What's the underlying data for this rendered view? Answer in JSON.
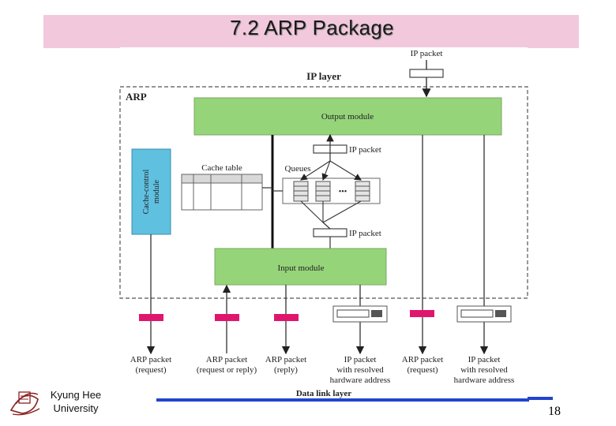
{
  "slide": {
    "title": "7.2 ARP Package",
    "page_number": "18",
    "institution_line1": "Kyung Hee",
    "institution_line2": "University"
  },
  "diagram": {
    "top_ip_packet": "IP packet",
    "ip_layer": "IP layer",
    "arp": "ARP",
    "output_module": "Output module",
    "ip_packet_upper": "IP packet",
    "cache_table": "Cache table",
    "queues": "Queues",
    "ellipsis": "•••",
    "cache_control_line1": "Cache-control",
    "cache_control_line2": "module",
    "ip_packet_lower": "IP packet",
    "input_module": "Input module",
    "data_link_layer": "Data link layer",
    "bottom_labels": [
      {
        "line1": "ARP packet",
        "line2": "(request)",
        "line3": ""
      },
      {
        "line1": "ARP packet",
        "line2": "(request or reply)",
        "line3": ""
      },
      {
        "line1": "ARP packet",
        "line2": "(reply)",
        "line3": ""
      },
      {
        "line1": "IP packet",
        "line2": "with resolved",
        "line3": "hardware address"
      },
      {
        "line1": "ARP packet",
        "line2": "(request)",
        "line3": ""
      },
      {
        "line1": "IP packet",
        "line2": "with resolved",
        "line3": "hardware address"
      }
    ]
  },
  "colors": {
    "module_green": "#96d47a",
    "cache_control_blue": "#5fc0e0",
    "arp_packet_pink": "#e0166e",
    "title_band": "#f2c8dc",
    "data_link_line": "#2244cc"
  }
}
